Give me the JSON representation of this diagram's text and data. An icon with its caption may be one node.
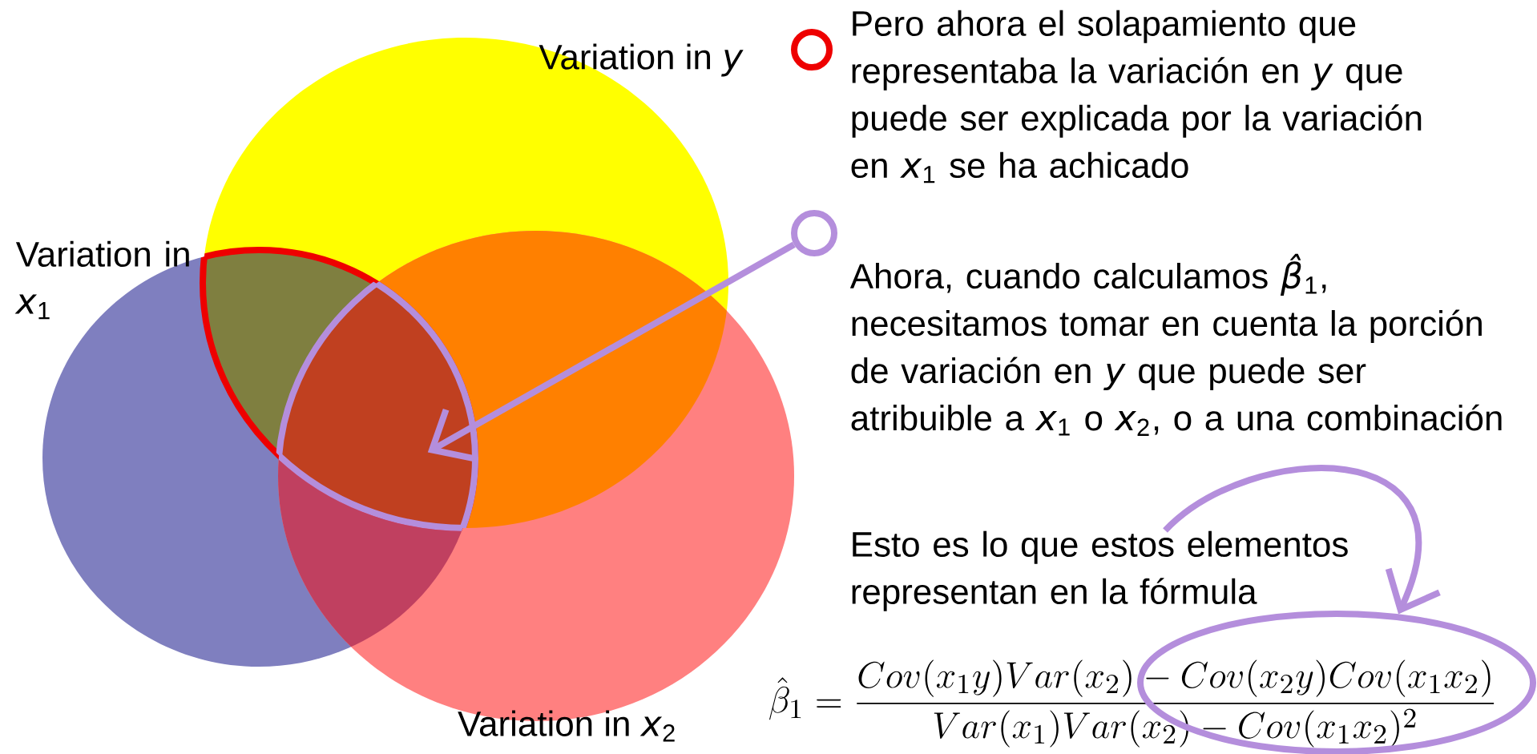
{
  "diagram": {
    "nodes": [
      {
        "text": [
          "Variation in *y*"
        ]
      },
      {
        "text": [
          "Variation in *x*$_{1}$"
        ]
      },
      {
        "text": [
          "Variation in *x*$_{2}$"
        ]
      },
      {
        "text": [],
        "shape": "region"
      },
      {
        "text": [],
        "shape": "circle"
      },
      {
        "text": [
          "Esto es lo que estos elementos representan en la fórmula"
        ]
      },
      {
        "text": [
          "\\hat{\\beta}_1=\\frac{Cov(x_1y)Var(x_2)-Cov(x_2y)Cov(x_1x_2)}{Var(x_1)Var(x_2)-Cov(x_1x_2)^2}"
        ]
      },
      {
        "text": [],
        "shape": "ellipse"
      }
    ],
    "edges": [
      {
        "from": 4,
        "to": 3,
        "arrow": "to"
      },
      {
        "from": 5,
        "to": 7,
        "arrow": "to"
      }
    ],
    "labels": [
      "Pero ahora el solapamiento que representaba la variación en *y* que puede ser explicada por la variación en *x*$_{1}$ se ha achicado",
      "Ahora, cuando calculamos *β̂*$_{1}$, necesitamos tomar en cuenta la porción de variación en *y* que puede ser atribuible a *x*$_{1}$ o *x*$_{2}$, o a una combinación"
    ]
  }
}
